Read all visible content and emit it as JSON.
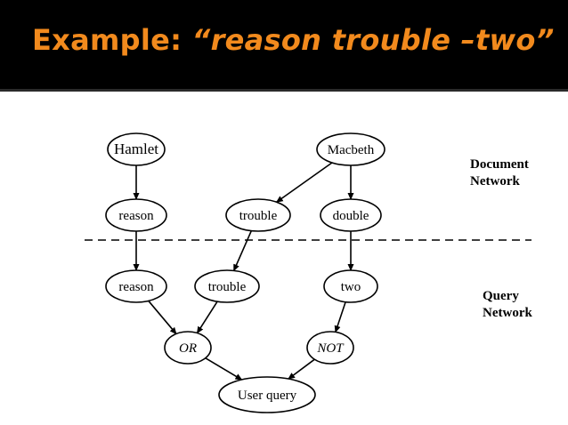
{
  "slide": {
    "title_prefix": "Example: ",
    "title_query": "“reason trouble –two”",
    "title_color": "#f28a1d"
  },
  "diagram": {
    "document_network_label": [
      "Document",
      "Network"
    ],
    "query_network_label": [
      "Query",
      "Network"
    ],
    "nodes": {
      "hamlet": "Hamlet",
      "macbeth": "Macbeth",
      "doc_reason": "reason",
      "doc_trouble": "trouble",
      "doc_double": "double",
      "q_reason": "reason",
      "q_trouble": "trouble",
      "q_two": "two",
      "or": "OR",
      "not": "NOT",
      "user_query": "User query"
    },
    "edges": [
      [
        "hamlet",
        "doc_reason"
      ],
      [
        "macbeth",
        "doc_trouble"
      ],
      [
        "macbeth",
        "doc_double"
      ],
      [
        "doc_reason",
        "q_reason"
      ],
      [
        "doc_trouble",
        "q_trouble"
      ],
      [
        "doc_double",
        "q_two"
      ],
      [
        "q_reason",
        "or"
      ],
      [
        "q_trouble",
        "or"
      ],
      [
        "q_two",
        "not"
      ],
      [
        "or",
        "user_query"
      ],
      [
        "not",
        "user_query"
      ]
    ]
  }
}
